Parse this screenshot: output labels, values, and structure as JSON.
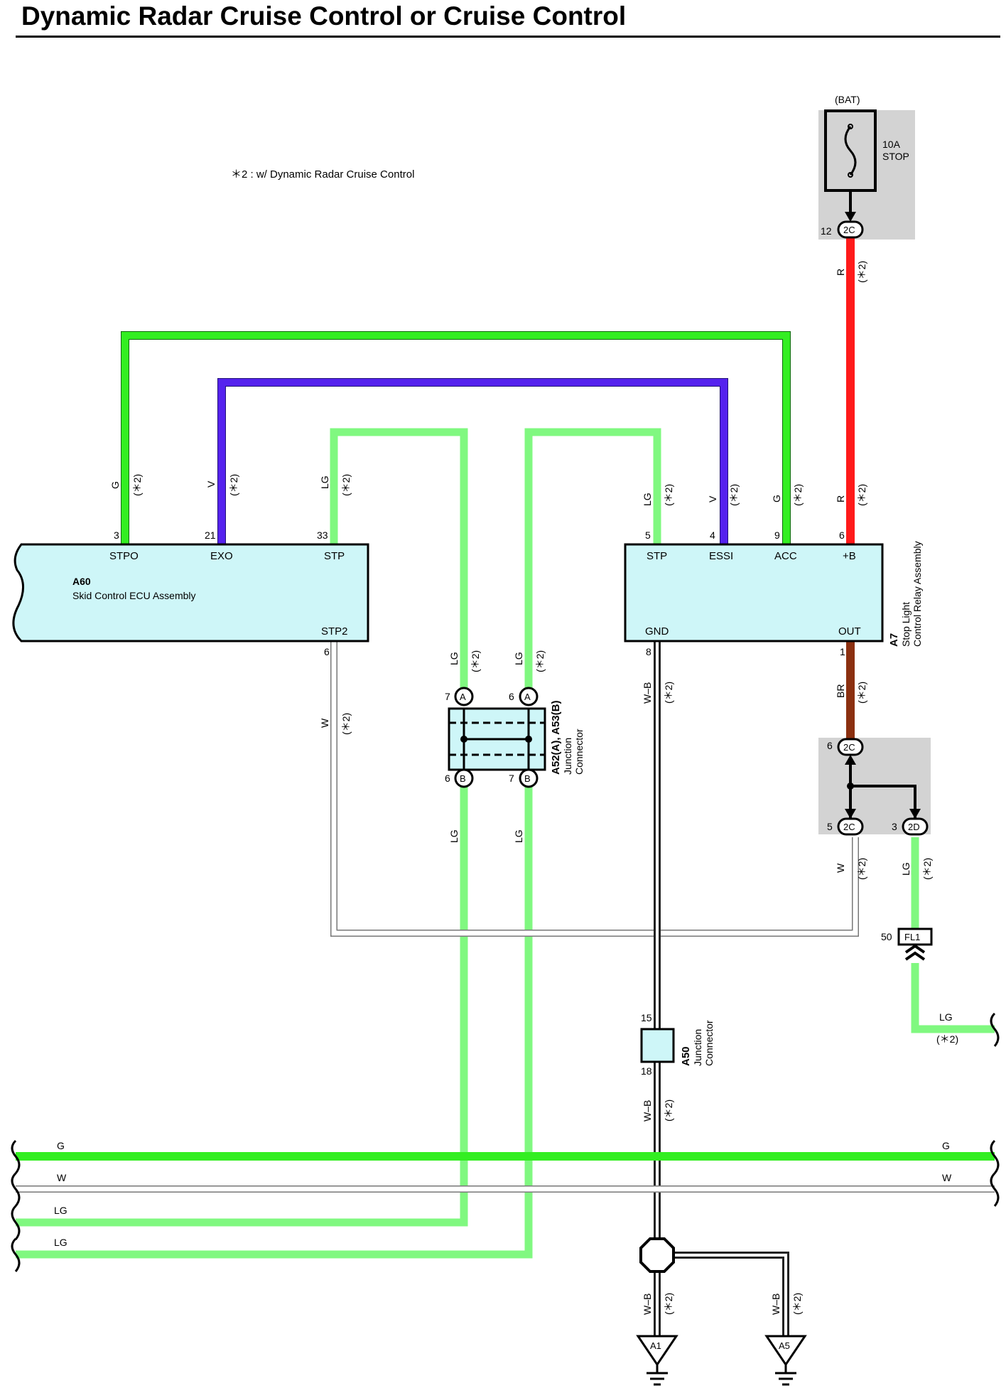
{
  "title": "Dynamic Radar Cruise Control or Cruise Control",
  "note": "＊2 : w/ Dynamic Radar Cruise Control",
  "variant_mark": "(＊2)",
  "power": {
    "source": "(BAT)",
    "fuse_rating": "10A",
    "fuse_name": "STOP",
    "connector": "2C",
    "pin": "12"
  },
  "colors": {
    "G": "#33ee22",
    "LG": "#80f880",
    "V": "#5522ee",
    "R": "#ff1a1a",
    "BR": "#8b3010",
    "W": "#ffffff",
    "W-B": "#ffffff",
    "box_fill": "#cef6f8",
    "gray_box": "#d3d3d3"
  },
  "components": {
    "ecu": {
      "code": "A60",
      "name": "Skid Control ECU Assembly",
      "terminals": [
        {
          "pin": "3",
          "name": "STPO",
          "wire": "G"
        },
        {
          "pin": "21",
          "name": "EXO",
          "wire": "V"
        },
        {
          "pin": "33",
          "name": "STP",
          "wire": "LG"
        },
        {
          "pin": "6",
          "name": "STP2",
          "wire": "W"
        }
      ]
    },
    "relay": {
      "code": "A7",
      "name_line1": "Stop Light",
      "name_line2": "Control Relay Assembly",
      "terminals": [
        {
          "pin": "5",
          "name": "STP",
          "wire": "LG"
        },
        {
          "pin": "4",
          "name": "ESSI",
          "wire": "V"
        },
        {
          "pin": "9",
          "name": "ACC",
          "wire": "G"
        },
        {
          "pin": "6",
          "name": "+B",
          "wire": "R"
        },
        {
          "pin": "8",
          "name": "GND",
          "wire": "W-B"
        },
        {
          "pin": "1",
          "name": "OUT",
          "wire": "BR"
        }
      ]
    },
    "junction_a52": {
      "code": "A52(A), A53(B)",
      "name_line1": "Junction",
      "name_line2": "Connector",
      "pins": [
        {
          "pin": "7",
          "side": "A"
        },
        {
          "pin": "6",
          "side": "A"
        },
        {
          "pin": "6",
          "side": "B"
        },
        {
          "pin": "7",
          "side": "B"
        }
      ]
    },
    "junction_a50": {
      "code": "A50",
      "name_line1": "Junction",
      "name_line2": "Connector",
      "pins": [
        "15",
        "18"
      ]
    },
    "block_2c": {
      "pins": [
        {
          "pin": "6",
          "connector": "2C"
        },
        {
          "pin": "5",
          "connector": "2C"
        },
        {
          "pin": "3",
          "connector": "2D"
        }
      ]
    },
    "fl1": {
      "pin": "50",
      "connector": "FL1"
    },
    "grounds": [
      "A1",
      "A5"
    ]
  },
  "bus_wires": [
    {
      "label": "G",
      "right_label": "G"
    },
    {
      "label": "W",
      "right_label": "W"
    },
    {
      "label": "LG",
      "right_label": ""
    },
    {
      "label": "LG",
      "right_label": ""
    }
  ],
  "wire_labels": {
    "G": "G",
    "V": "V",
    "LG": "LG",
    "R": "R",
    "BR": "BR",
    "W": "W",
    "WB": "W–B"
  }
}
